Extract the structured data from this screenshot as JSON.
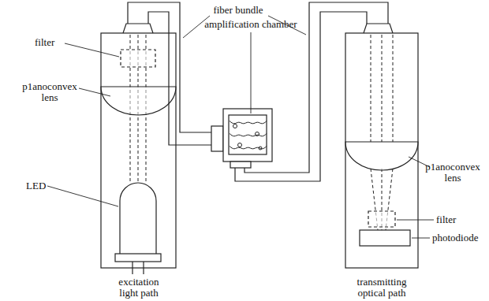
{
  "diagram": {
    "labels": [
      "fiber bundle",
      "amplification chamber",
      "filter",
      "p1anoconvex lens",
      "LED",
      "excitation light path",
      "p1anoconvex lens",
      "filter",
      "photodiode",
      "transmitting optical path"
    ]
  }
}
